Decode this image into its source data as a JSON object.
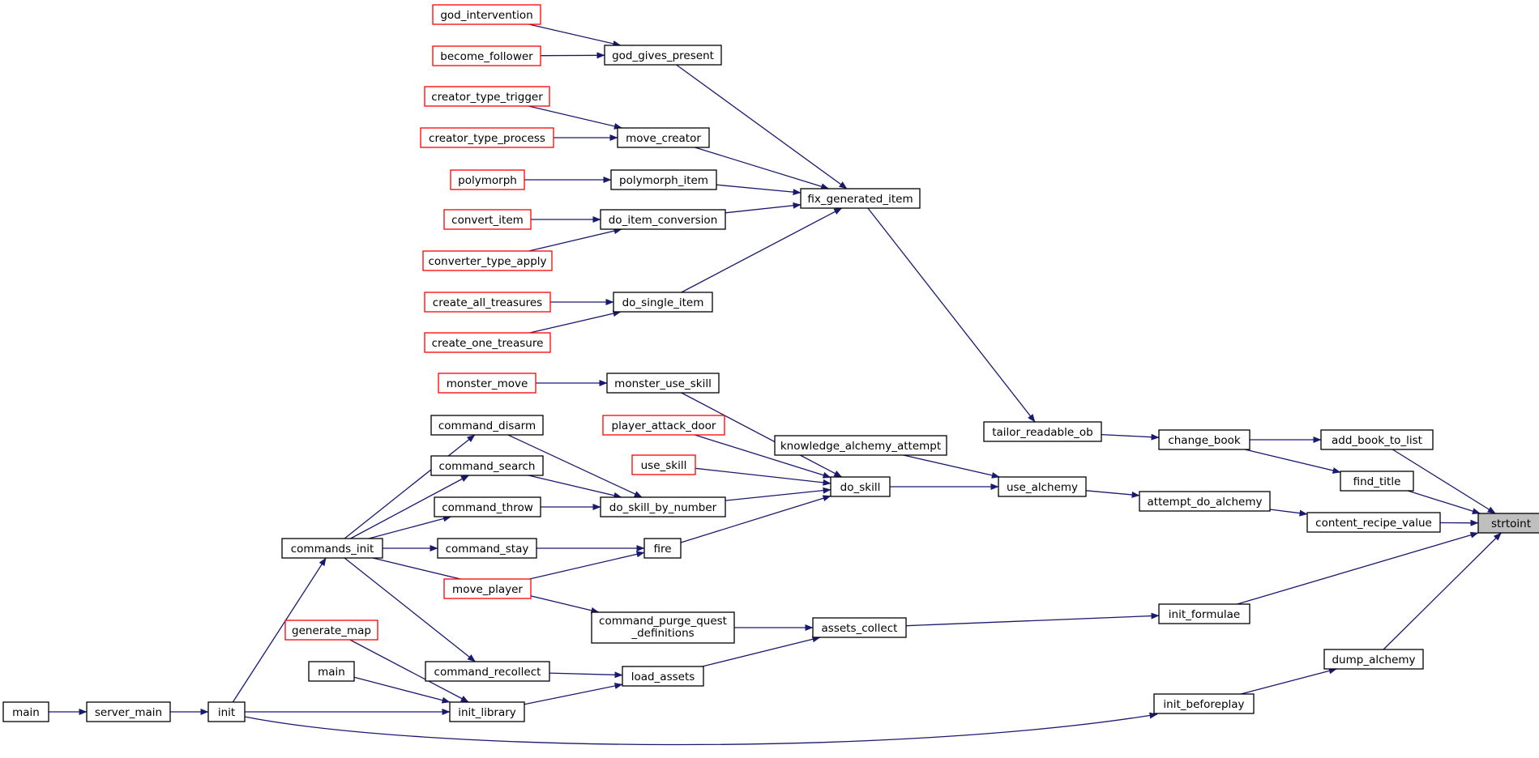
{
  "diagram": {
    "edge_color": "#191970",
    "missing_node_border": "#ff0000",
    "target_fill": "#bfbfbf",
    "nodes": [
      {
        "id": "strtoint",
        "label": "strtoint",
        "style": "target"
      },
      {
        "id": "add_book_to_list",
        "label": "add_book_to_list",
        "style": "black"
      },
      {
        "id": "find_title",
        "label": "find_title",
        "style": "black"
      },
      {
        "id": "content_recipe_value",
        "label": "content_recipe_value",
        "style": "black"
      },
      {
        "id": "dump_alchemy",
        "label": "dump_alchemy",
        "style": "black"
      },
      {
        "id": "change_book",
        "label": "change_book",
        "style": "black"
      },
      {
        "id": "attempt_do_alchemy",
        "label": "attempt_do_alchemy",
        "style": "black"
      },
      {
        "id": "init_formulae",
        "label": "init_formulae",
        "style": "black"
      },
      {
        "id": "init_beforeplay",
        "label": "init_beforeplay",
        "style": "black"
      },
      {
        "id": "tailor_readable_ob",
        "label": "tailor_readable_ob",
        "style": "black"
      },
      {
        "id": "use_alchemy",
        "label": "use_alchemy",
        "style": "black"
      },
      {
        "id": "knowledge_alchemy_attempt",
        "label": "knowledge_alchemy_attempt",
        "style": "black"
      },
      {
        "id": "do_skill",
        "label": "do_skill",
        "style": "black"
      },
      {
        "id": "fix_generated_item",
        "label": "fix_generated_item",
        "style": "black"
      },
      {
        "id": "assets_collect",
        "label": "assets_collect",
        "style": "black"
      },
      {
        "id": "god_gives_present",
        "label": "god_gives_present",
        "style": "black"
      },
      {
        "id": "move_creator",
        "label": "move_creator",
        "style": "black"
      },
      {
        "id": "polymorph_item",
        "label": "polymorph_item",
        "style": "black"
      },
      {
        "id": "do_item_conversion",
        "label": "do_item_conversion",
        "style": "black"
      },
      {
        "id": "do_single_item",
        "label": "do_single_item",
        "style": "black"
      },
      {
        "id": "monster_use_skill",
        "label": "monster_use_skill",
        "style": "black"
      },
      {
        "id": "do_skill_by_number",
        "label": "do_skill_by_number",
        "style": "black"
      },
      {
        "id": "fire",
        "label": "fire",
        "style": "black"
      },
      {
        "id": "command_purge_quest_definitions",
        "label": "command_purge_quest\n_definitions",
        "style": "black"
      },
      {
        "id": "load_assets",
        "label": "load_assets",
        "style": "black"
      },
      {
        "id": "god_intervention",
        "label": "god_intervention",
        "style": "red"
      },
      {
        "id": "become_follower",
        "label": "become_follower",
        "style": "red"
      },
      {
        "id": "creator_type_trigger",
        "label": "creator_type_trigger",
        "style": "red"
      },
      {
        "id": "creator_type_process",
        "label": "creator_type_process",
        "style": "red"
      },
      {
        "id": "polymorph",
        "label": "polymorph",
        "style": "red"
      },
      {
        "id": "convert_item",
        "label": "convert_item",
        "style": "red"
      },
      {
        "id": "converter_type_apply",
        "label": "converter_type_apply",
        "style": "red"
      },
      {
        "id": "create_all_treasures",
        "label": "create_all_treasures",
        "style": "red"
      },
      {
        "id": "create_one_treasure",
        "label": "create_one_treasure",
        "style": "red"
      },
      {
        "id": "monster_move",
        "label": "monster_move",
        "style": "red"
      },
      {
        "id": "player_attack_door",
        "label": "player_attack_door",
        "style": "red"
      },
      {
        "id": "use_skill",
        "label": "use_skill",
        "style": "red"
      },
      {
        "id": "move_player",
        "label": "move_player",
        "style": "red"
      },
      {
        "id": "command_disarm",
        "label": "command_disarm",
        "style": "black"
      },
      {
        "id": "command_search",
        "label": "command_search",
        "style": "black"
      },
      {
        "id": "command_throw",
        "label": "command_throw",
        "style": "black"
      },
      {
        "id": "command_stay",
        "label": "command_stay",
        "style": "black"
      },
      {
        "id": "command_recollect",
        "label": "command_recollect",
        "style": "black"
      },
      {
        "id": "init_library",
        "label": "init_library",
        "style": "black"
      },
      {
        "id": "commands_init",
        "label": "commands_init",
        "style": "black"
      },
      {
        "id": "generate_map",
        "label": "generate_map",
        "style": "red"
      },
      {
        "id": "main_lib",
        "label": "main",
        "style": "black"
      },
      {
        "id": "init",
        "label": "init",
        "style": "black"
      },
      {
        "id": "server_main",
        "label": "server_main",
        "style": "black"
      },
      {
        "id": "main_srv",
        "label": "main",
        "style": "black"
      }
    ],
    "edges": [
      {
        "from": "add_book_to_list",
        "to": "strtoint"
      },
      {
        "from": "find_title",
        "to": "strtoint"
      },
      {
        "from": "content_recipe_value",
        "to": "strtoint"
      },
      {
        "from": "init_formulae",
        "to": "strtoint"
      },
      {
        "from": "dump_alchemy",
        "to": "strtoint"
      },
      {
        "from": "change_book",
        "to": "add_book_to_list"
      },
      {
        "from": "change_book",
        "to": "find_title"
      },
      {
        "from": "attempt_do_alchemy",
        "to": "content_recipe_value"
      },
      {
        "from": "init_beforeplay",
        "to": "dump_alchemy"
      },
      {
        "from": "tailor_readable_ob",
        "to": "change_book"
      },
      {
        "from": "use_alchemy",
        "to": "attempt_do_alchemy"
      },
      {
        "from": "assets_collect",
        "to": "init_formulae"
      },
      {
        "from": "init",
        "to": "init_beforeplay"
      },
      {
        "from": "fix_generated_item",
        "to": "tailor_readable_ob"
      },
      {
        "from": "knowledge_alchemy_attempt",
        "to": "use_alchemy"
      },
      {
        "from": "do_skill",
        "to": "use_alchemy"
      },
      {
        "from": "god_gives_present",
        "to": "fix_generated_item"
      },
      {
        "from": "move_creator",
        "to": "fix_generated_item"
      },
      {
        "from": "polymorph_item",
        "to": "fix_generated_item"
      },
      {
        "from": "do_item_conversion",
        "to": "fix_generated_item"
      },
      {
        "from": "do_single_item",
        "to": "fix_generated_item"
      },
      {
        "from": "god_intervention",
        "to": "god_gives_present"
      },
      {
        "from": "become_follower",
        "to": "god_gives_present"
      },
      {
        "from": "creator_type_trigger",
        "to": "move_creator"
      },
      {
        "from": "creator_type_process",
        "to": "move_creator"
      },
      {
        "from": "polymorph",
        "to": "polymorph_item"
      },
      {
        "from": "convert_item",
        "to": "do_item_conversion"
      },
      {
        "from": "converter_type_apply",
        "to": "do_item_conversion"
      },
      {
        "from": "create_all_treasures",
        "to": "do_single_item"
      },
      {
        "from": "create_one_treasure",
        "to": "do_single_item"
      },
      {
        "from": "monster_use_skill",
        "to": "do_skill"
      },
      {
        "from": "player_attack_door",
        "to": "do_skill"
      },
      {
        "from": "use_skill",
        "to": "do_skill"
      },
      {
        "from": "do_skill_by_number",
        "to": "do_skill"
      },
      {
        "from": "fire",
        "to": "do_skill"
      },
      {
        "from": "monster_move",
        "to": "monster_use_skill"
      },
      {
        "from": "command_disarm",
        "to": "do_skill_by_number"
      },
      {
        "from": "command_search",
        "to": "do_skill_by_number"
      },
      {
        "from": "command_throw",
        "to": "do_skill_by_number"
      },
      {
        "from": "command_stay",
        "to": "fire"
      },
      {
        "from": "move_player",
        "to": "fire"
      },
      {
        "from": "commands_init",
        "to": "command_disarm"
      },
      {
        "from": "commands_init",
        "to": "command_search"
      },
      {
        "from": "commands_init",
        "to": "command_throw"
      },
      {
        "from": "commands_init",
        "to": "command_stay"
      },
      {
        "from": "commands_init",
        "to": "command_purge_quest_definitions"
      },
      {
        "from": "commands_init",
        "to": "command_recollect"
      },
      {
        "from": "command_purge_quest_definitions",
        "to": "assets_collect"
      },
      {
        "from": "load_assets",
        "to": "assets_collect"
      },
      {
        "from": "command_recollect",
        "to": "load_assets"
      },
      {
        "from": "init_library",
        "to": "load_assets"
      },
      {
        "from": "generate_map",
        "to": "init_library"
      },
      {
        "from": "main_lib",
        "to": "init_library"
      },
      {
        "from": "init",
        "to": "init_library"
      },
      {
        "from": "init",
        "to": "commands_init"
      },
      {
        "from": "server_main",
        "to": "init"
      },
      {
        "from": "main_srv",
        "to": "server_main"
      }
    ]
  }
}
